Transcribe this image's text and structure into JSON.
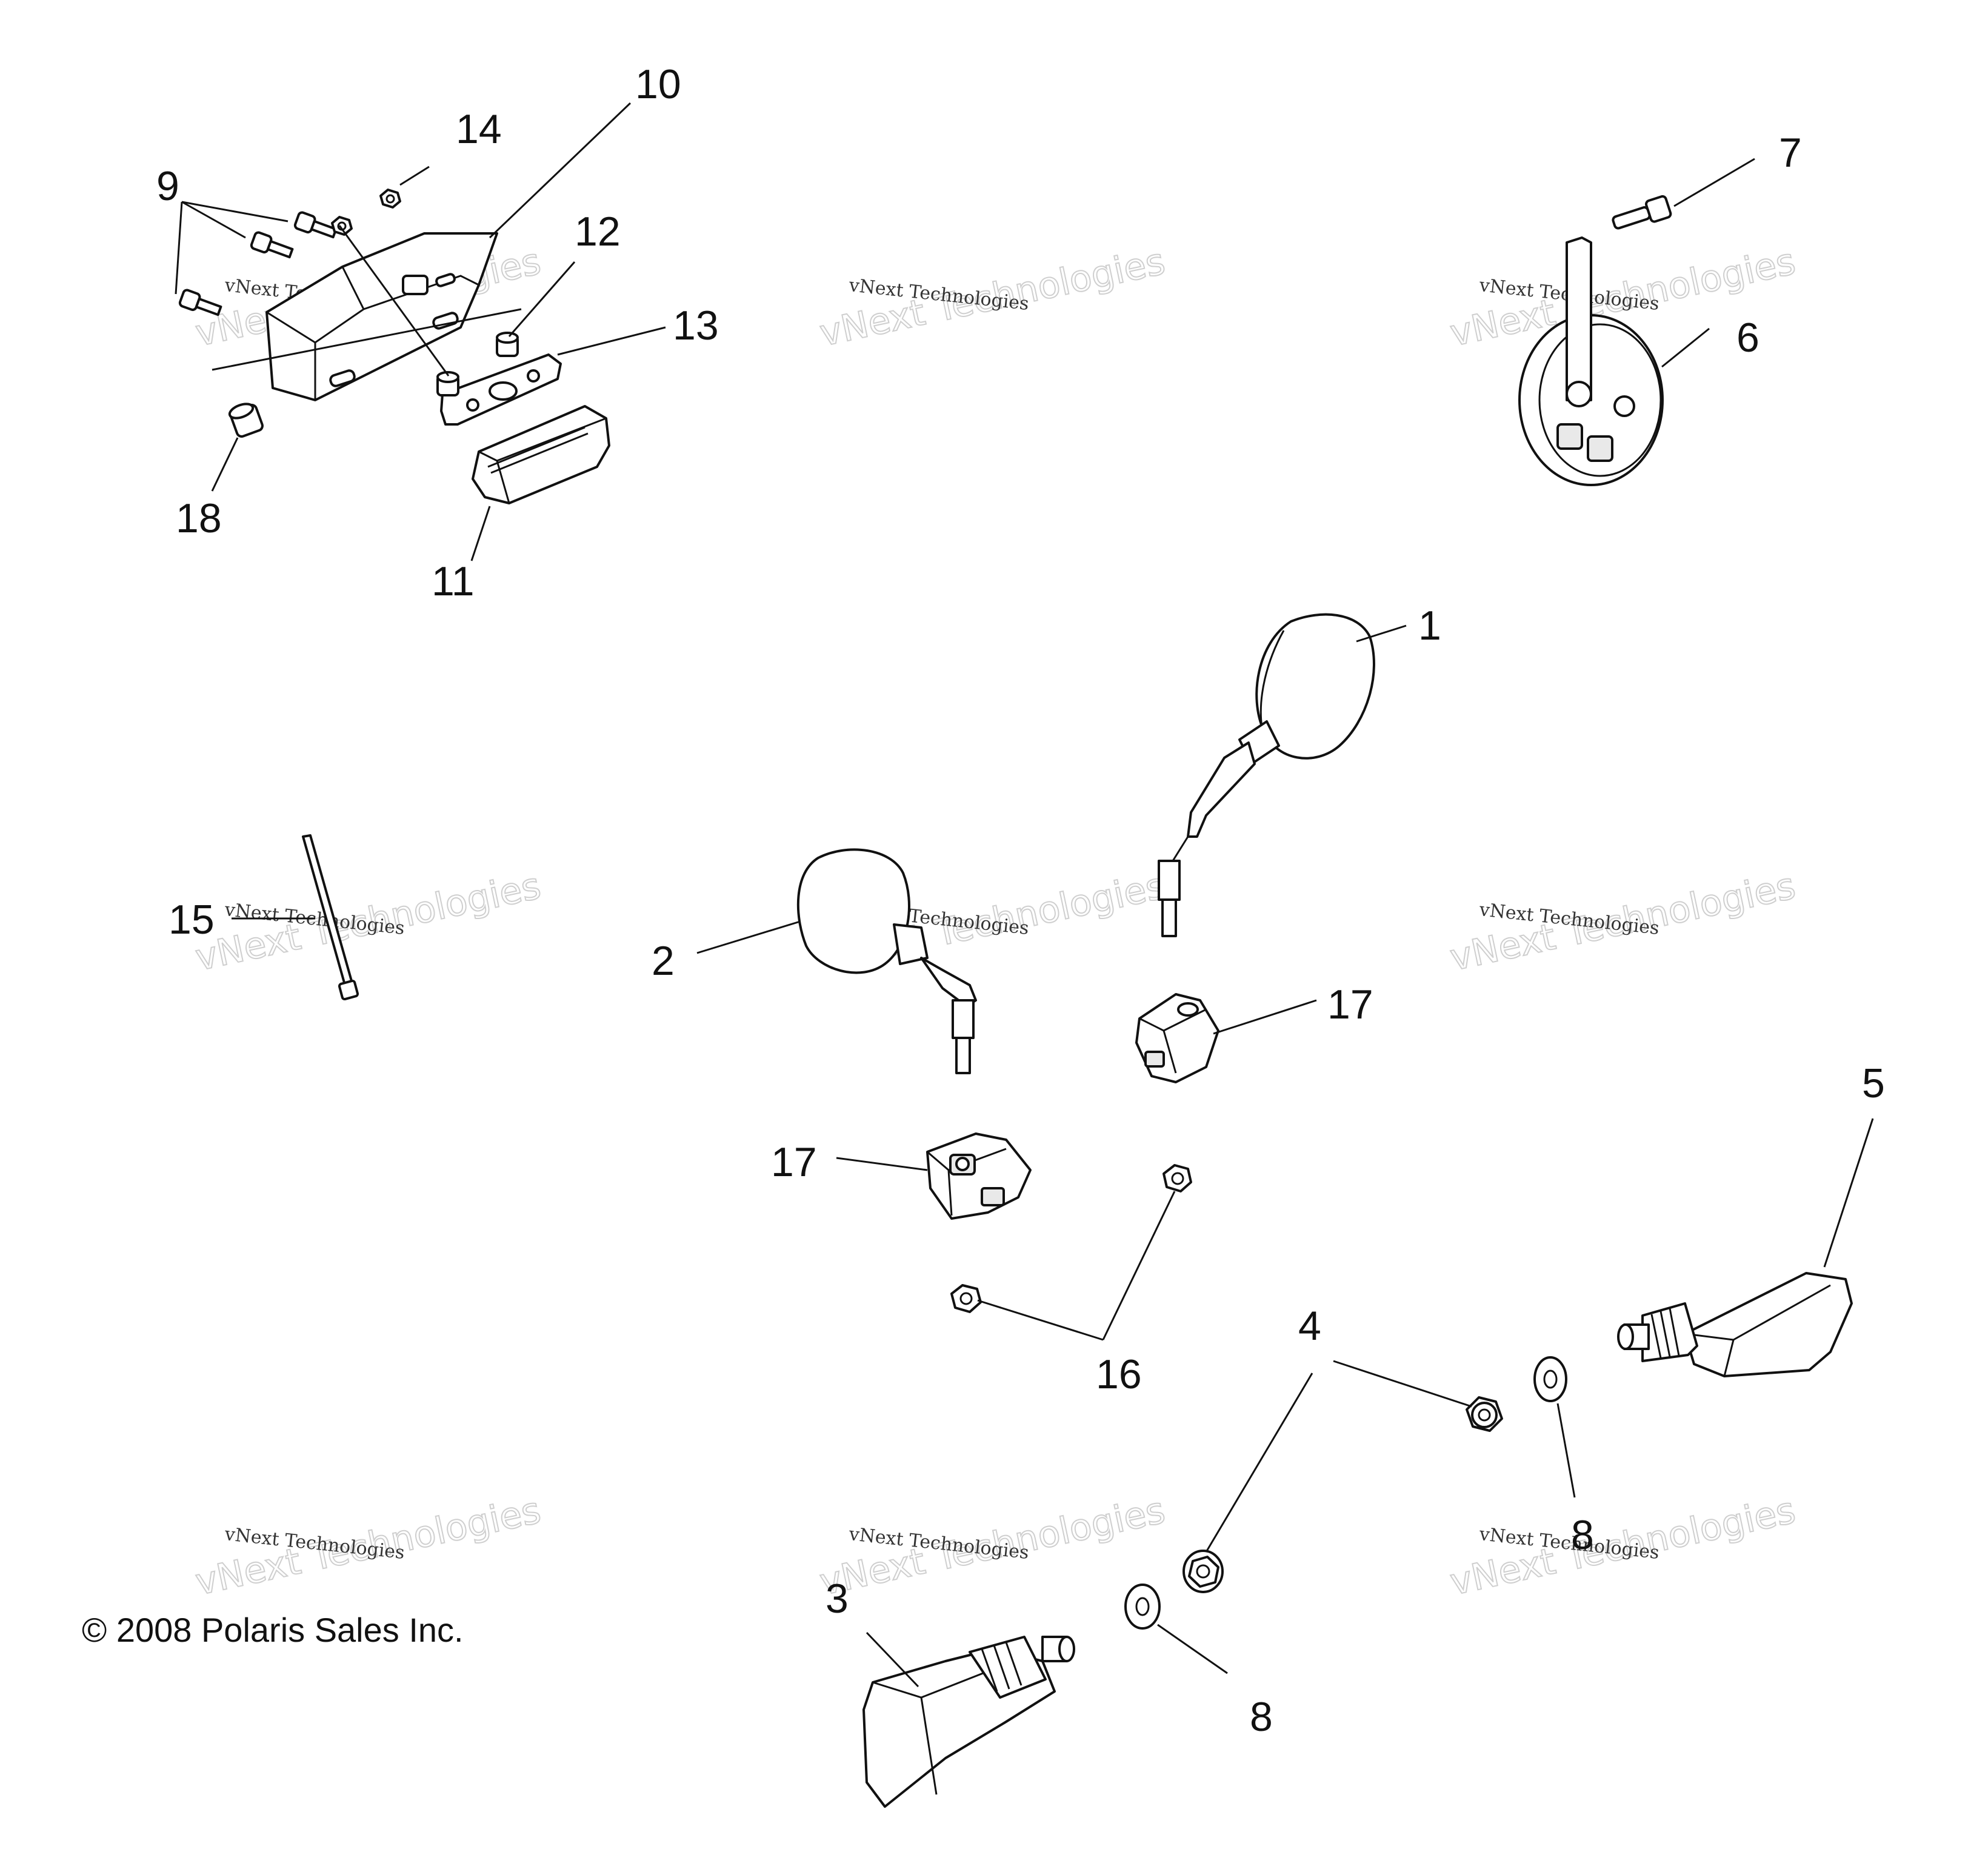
{
  "copyright": "© 2008 Polaris Sales Inc.",
  "watermark": {
    "line1": "vNext Technologies",
    "line2": "vNext Technologies"
  },
  "callouts": [
    {
      "key": "c1",
      "text": "1"
    },
    {
      "key": "c2",
      "text": "2"
    },
    {
      "key": "c3",
      "text": "3"
    },
    {
      "key": "c4",
      "text": "4"
    },
    {
      "key": "c5",
      "text": "5"
    },
    {
      "key": "c6",
      "text": "6"
    },
    {
      "key": "c7",
      "text": "7"
    },
    {
      "key": "c8a",
      "text": "8"
    },
    {
      "key": "c8b",
      "text": "8"
    },
    {
      "key": "c9",
      "text": "9"
    },
    {
      "key": "c10",
      "text": "10"
    },
    {
      "key": "c11",
      "text": "11"
    },
    {
      "key": "c12",
      "text": "12"
    },
    {
      "key": "c13",
      "text": "13"
    },
    {
      "key": "c14",
      "text": "14"
    },
    {
      "key": "c15",
      "text": "15"
    },
    {
      "key": "c16",
      "text": "16"
    },
    {
      "key": "c17a",
      "text": "17"
    },
    {
      "key": "c17b",
      "text": "17"
    },
    {
      "key": "c18",
      "text": "18"
    }
  ]
}
